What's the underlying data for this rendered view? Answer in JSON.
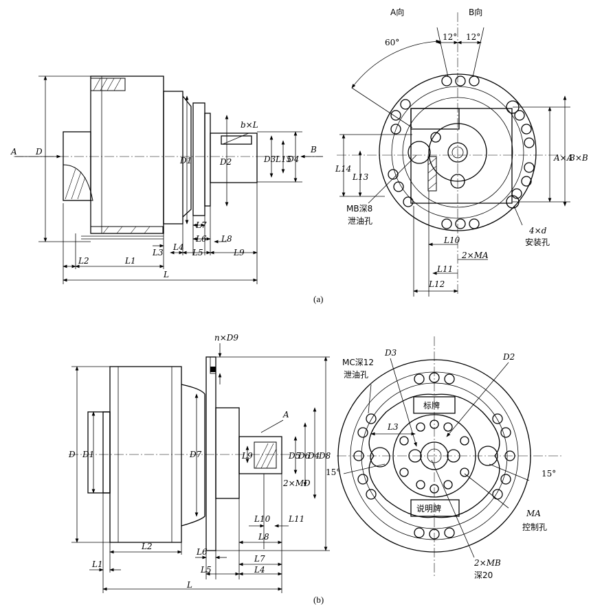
{
  "figure_a": {
    "caption": "(a)",
    "view_a_title": "A向",
    "view_b_title": "B向",
    "angle_60": "60°",
    "angle_12_left": "12°",
    "angle_12_right": "12°",
    "arrow_a": "A",
    "arrow_b": "B",
    "key_label": "b×L",
    "dims": {
      "D": "D",
      "D1": "D1",
      "D2": "D2",
      "D3": "D3",
      "D4": "D4",
      "L15": "L15",
      "L": "L",
      "L1": "L1",
      "L2": "L2",
      "L3": "L3",
      "L4": "L4",
      "L5": "L5",
      "L6": "L6",
      "L7": "L7",
      "L8": "L8",
      "L9": "L9",
      "L10": "L10",
      "L11": "L11",
      "L12": "L12",
      "L13": "L13",
      "L14": "L14",
      "AxA": "A×A",
      "BxB": "B×B"
    },
    "notes": {
      "mb_depth": "MB深8",
      "drain_hole": "泄油孔",
      "mount_count": "4×d",
      "mount_hole": "安装孔",
      "ma_count": "2×MA"
    }
  },
  "figure_b": {
    "caption": "(b)",
    "label_A": "A",
    "dims": {
      "D": "D",
      "D1": "D1",
      "D7": "D7",
      "D9": "n×D9",
      "D5": "D5",
      "D6": "D6",
      "D4": "D4",
      "D8": "D8",
      "D3": "D3",
      "D2": "D2",
      "L": "L",
      "L1": "L1",
      "L2": "L2",
      "L3": "L3",
      "L4": "L4",
      "L5": "L5",
      "L6": "L6",
      "L7": "L7",
      "L8": "L8",
      "L9": "L9",
      "L10": "L10",
      "L11": "L11"
    },
    "angle_15_left": "15°",
    "angle_15_right": "15°",
    "notes": {
      "mc_depth": "MC深12",
      "drain_hole": "泄油孔",
      "md_count": "2×MD",
      "nameplate": "标牌",
      "manual_plate": "说明牌",
      "ma_label": "MA",
      "control_hole": "控制孔",
      "mb_count": "2×MB",
      "depth20": "深20"
    }
  }
}
